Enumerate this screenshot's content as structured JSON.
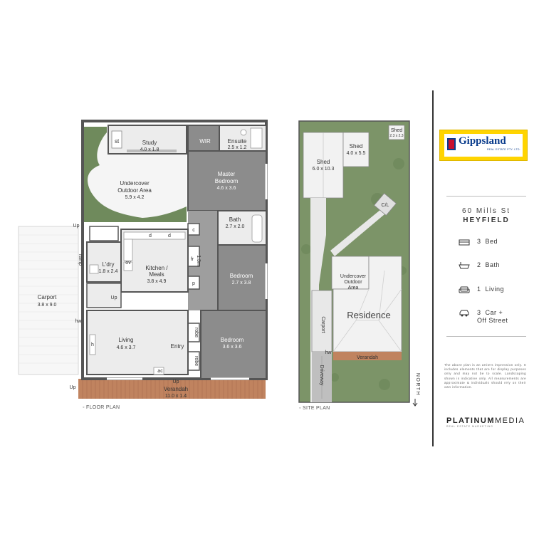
{
  "floor_plan": {
    "caption": "FLOOR PLAN",
    "rooms": {
      "study": {
        "name": "Study",
        "dims": "4.0 x 1.8"
      },
      "study_st": "st",
      "wir": "WIR",
      "ensuite": {
        "name": "Ensuite",
        "dims": "2.5 x 1.2"
      },
      "undercover": {
        "line1": "Undercover",
        "line2": "Outdoor Area",
        "dims": "5.9 x 4.2"
      },
      "master": {
        "line1": "Master",
        "line2": "Bedroom",
        "dims": "4.6 x 3.6"
      },
      "bath": {
        "name": "Bath",
        "dims": "2.7 x 2.0"
      },
      "ldry": {
        "name": "L'dry",
        "dims": "1.8 x 2.4"
      },
      "kitchen": {
        "name": "Kitchen /",
        "name2": "Meals",
        "dims": "3.8 x 4.9"
      },
      "bedroom2": {
        "name": "Bedroom",
        "dims": "2.7 x 3.8"
      },
      "carport": {
        "name": "Carport",
        "dims": "3.8 x 9.0"
      },
      "living": {
        "name": "Living",
        "dims": "4.6 x 3.7"
      },
      "entry": "Entry",
      "bedroom3": {
        "name": "Bedroom",
        "dims": "3.6 x 3.6"
      },
      "verandah": {
        "name": "Verandah",
        "dims": "11.0 x 1.4"
      }
    },
    "small_labels": {
      "c": "c",
      "fr": "fr",
      "lm": "1.3m",
      "p": "p",
      "ov": "ov",
      "d1": "d",
      "d2": "d",
      "h": "h",
      "hw": "hw",
      "ac": "ac",
      "robe1": "robe",
      "robe2": "robe",
      "up1": "Up",
      "up2": "Up",
      "up3": "Up",
      "up4": "Up",
      "ramp": "ramp"
    }
  },
  "site_plan": {
    "caption": "SITE PLAN",
    "shed_small": {
      "name": "Shed",
      "dims": "2.3 x 2.3"
    },
    "shed_a": {
      "name": "Shed",
      "dims": "6.0 x 10.3"
    },
    "shed_b": {
      "name": "Shed",
      "dims": "4.0 x 5.5"
    },
    "clh": "C/L",
    "undercover": {
      "line1": "Undercover",
      "line2": "Outdoor",
      "line3": "Area"
    },
    "residence": "Residence",
    "carport": "Carport",
    "hw": "hw",
    "verandah": "Verandah",
    "driveway": "Driveway",
    "north": "NORTH"
  },
  "brand": {
    "name": "Gippsland",
    "sub": "REAL ESTATE PTY. LTD.",
    "colors": {
      "yellow": "#ffd400",
      "blue": "#0a3c8c",
      "red": "#c8102e"
    }
  },
  "address": {
    "street": "60 Mills St",
    "suburb": "HEYFIELD"
  },
  "features": [
    {
      "icon": "bed-icon",
      "count": "3",
      "label": "Bed"
    },
    {
      "icon": "bath-icon",
      "count": "2",
      "label": "Bath"
    },
    {
      "icon": "sofa-icon",
      "count": "1",
      "label": "Living"
    },
    {
      "icon": "car-icon",
      "count": "3",
      "label": "Car +",
      "label2": "Off Street"
    }
  ],
  "disclaimer": "The above plan is an artist's impression only. It includes elements that are for display purposes only and may not be to scale. Landscaping shown is indicative only. All measurements are approximate & individuals should rely on their own information.",
  "platinum": {
    "bold": "PLATINUM",
    "light": "MEDIA",
    "sub": "REAL ESTATE MARKETING"
  }
}
